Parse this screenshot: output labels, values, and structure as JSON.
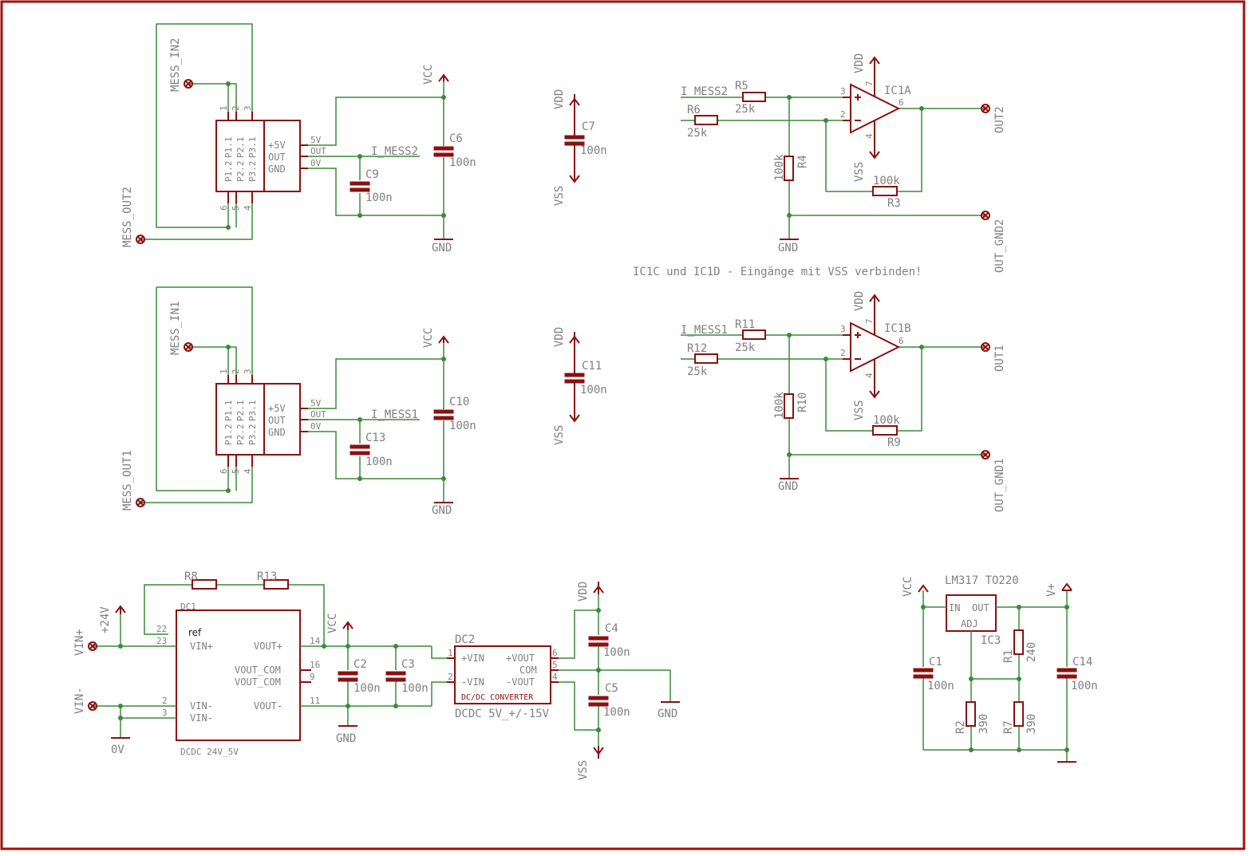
{
  "note": "IC1C und IC1D - Eingänge mit VSS verbinden!",
  "sensors": [
    {
      "in": "MESS_IN2",
      "out": "MESS_OUT2",
      "pins_top": [
        "1",
        "2",
        "3"
      ],
      "pins_bottom": [
        "6",
        "5",
        "4"
      ],
      "left_labels": [
        "P1.2",
        "P2.2",
        "P3.2"
      ],
      "mid_labels": [
        "P1.1",
        "P2.1",
        "P3.1"
      ],
      "right_labels": [
        "+5V",
        "OUT",
        "GND"
      ],
      "pin_v": "5V",
      "pin_out": "OUT",
      "pin_gnd": "0V",
      "signal": "I_MESS2",
      "cap_a": "C9",
      "cap_a_val": "100n",
      "cap_b": "C6",
      "cap_b_val": "100n",
      "vcc": "VCC",
      "gnd": "GND"
    },
    {
      "in": "MESS_IN1",
      "out": "MESS_OUT1",
      "pins_top": [
        "1",
        "2",
        "3"
      ],
      "pins_bottom": [
        "6",
        "5",
        "4"
      ],
      "left_labels": [
        "P1.2",
        "P2.2",
        "P3.2"
      ],
      "mid_labels": [
        "P1.1",
        "P2.1",
        "P3.1"
      ],
      "right_labels": [
        "+5V",
        "OUT",
        "GND"
      ],
      "pin_v": "5V",
      "pin_out": "OUT",
      "pin_gnd": "0V",
      "signal": "I_MESS1",
      "cap_a": "C13",
      "cap_a_val": "100n",
      "cap_b": "C10",
      "cap_b_val": "100n",
      "vcc": "VCC",
      "gnd": "GND"
    }
  ],
  "decoupling": [
    {
      "vdd": "VDD",
      "vss": "VSS",
      "cap": "C7",
      "val": "100n"
    },
    {
      "vdd": "VDD",
      "vss": "VSS",
      "cap": "C11",
      "val": "100n"
    }
  ],
  "amps": [
    {
      "sig": "I_MESS2",
      "ra": "R5",
      "ra_val": "25k",
      "rb": "R6",
      "rb_val": "25k",
      "rg": "R4",
      "rg_val": "100k",
      "rf": "R3",
      "rf_val": "100k",
      "ic": "IC1A",
      "vdd": "VDD",
      "vss": "VSS",
      "gnd": "GND",
      "out": "OUT2",
      "out_gnd": "OUT_GND2",
      "p_in_plus": "3",
      "p_in_minus": "2",
      "p_out": "6",
      "p_vdd": "7",
      "p_vss": "4"
    },
    {
      "sig": "I_MESS1",
      "ra": "R11",
      "ra_val": "25k",
      "rb": "R12",
      "rb_val": "25k",
      "rg": "R10",
      "rg_val": "100k",
      "rf": "R9",
      "rf_val": "100k",
      "ic": "IC1B",
      "vdd": "VDD",
      "vss": "VSS",
      "gnd": "GND",
      "out": "OUT1",
      "out_gnd": "OUT_GND1",
      "p_in_plus": "3",
      "p_in_minus": "2",
      "p_out": "6",
      "p_vdd": "7",
      "p_vss": "4"
    }
  ],
  "dc1": {
    "name": "DC1",
    "footer": "DCDC 24V_5V",
    "ref": "ref",
    "r8": "R8",
    "r13": "R13",
    "pins_left": [
      "VIN+",
      "VIN-",
      "VIN-"
    ],
    "pins_right": [
      "VOUT+",
      "VOUT_COM",
      "VOUT_COM",
      "VOUT-"
    ],
    "nums": {
      "p22": "22",
      "p23": "23",
      "p2": "2",
      "p3": "3",
      "p14": "14",
      "p16": "16",
      "p9": "9",
      "p11": "11"
    },
    "vin_plus": "VIN+",
    "vin_minus": "VIN-",
    "supply": "+24V",
    "zero": "0V",
    "vcc": "VCC",
    "gnd": "GND",
    "c2": "C2",
    "c2v": "100n",
    "c3": "C3",
    "c3v": "100n"
  },
  "dc2": {
    "name": "DC2",
    "title": "DC/DC CONVERTER",
    "footer": "DCDC 5V_+/-15V",
    "l1": "+VIN",
    "l2": "-VIN",
    "r1": "+VOUT",
    "r2": "COM",
    "r3": "-VOUT",
    "p1": "1",
    "p2": "2",
    "p6": "6",
    "p5": "5",
    "p4": "4",
    "vdd": "VDD",
    "vss": "VSS",
    "gnd": "GND",
    "c4": "C4",
    "c4v": "100n",
    "c5": "C5",
    "c5v": "100n"
  },
  "reg": {
    "title": "LM317 TO220",
    "in": "IN",
    "out": "OUT",
    "adj": "ADJ",
    "ic": "IC3",
    "vcc": "VCC",
    "vplus": "V+",
    "c1": "C1",
    "c1v": "100n",
    "c14": "C14",
    "c14v": "100n",
    "r1": "R1",
    "r1v": "240",
    "r2": "R2",
    "r2v": "390",
    "r7": "R7",
    "r7v": "390"
  }
}
